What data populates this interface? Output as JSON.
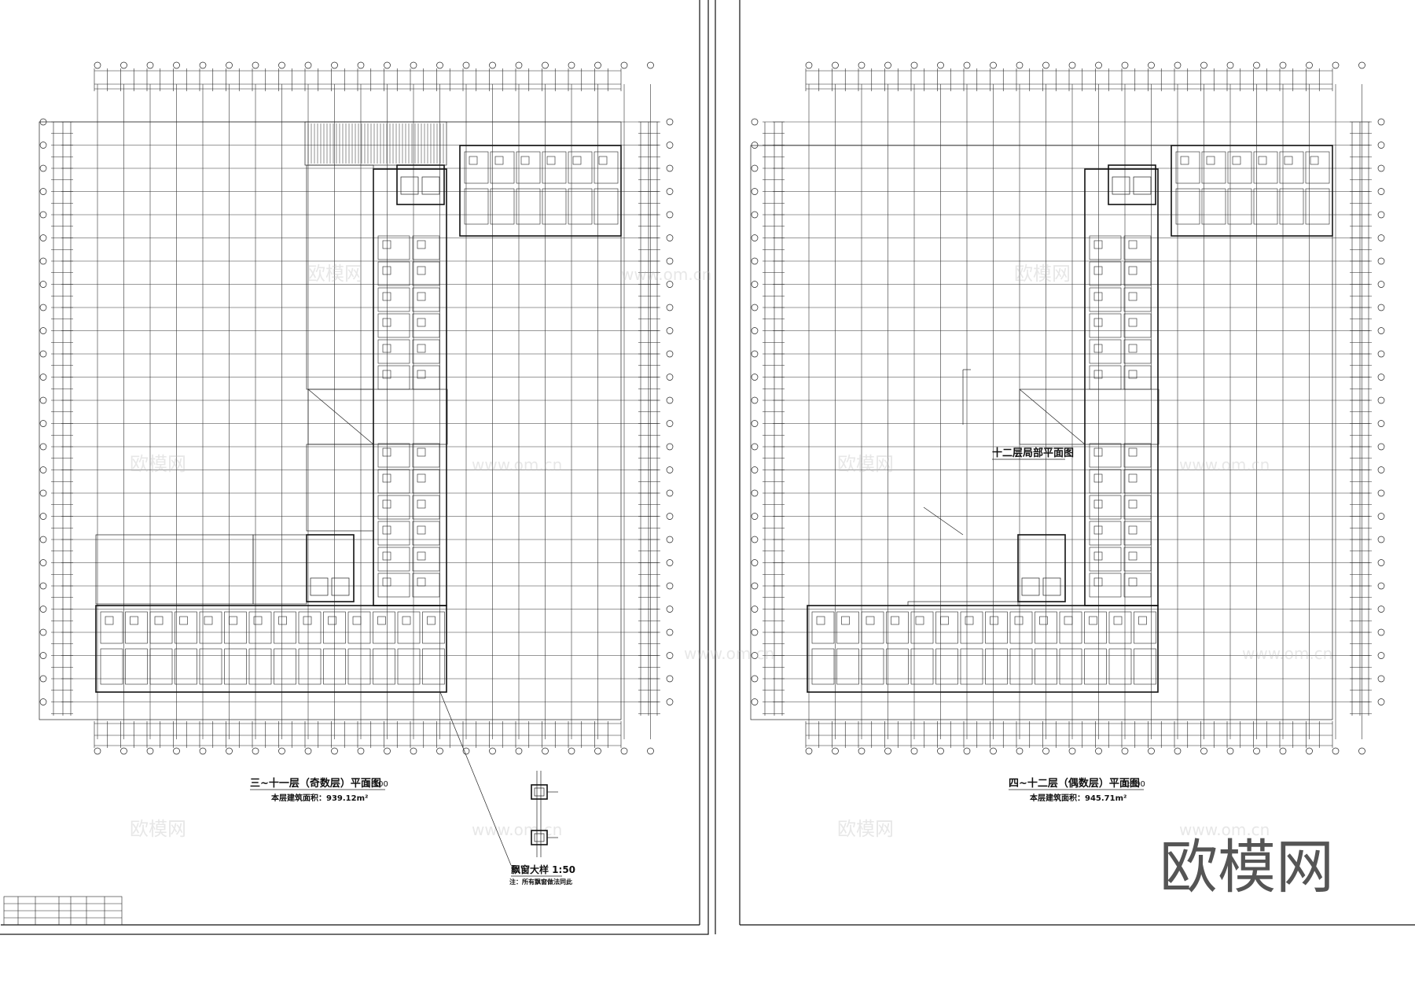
{
  "drawing": {
    "watermark_brand": "欧模网",
    "watermark_url": "www.om.cn",
    "left_plan": {
      "title": "三~十一层（奇数层）平面图",
      "scale": "1:100",
      "area_label": "本层建筑面积：939.12m²"
    },
    "right_plan": {
      "title": "四~十二层（偶数层）平面图",
      "scale": "1:100",
      "area_label": "本层建筑面积：945.71m²",
      "local_plan_label": "十二层局部平面图"
    },
    "detail": {
      "title": "飘窗大样 1:50",
      "note": "注：所有飘窗做法同此"
    },
    "logo_text": "欧模网"
  }
}
